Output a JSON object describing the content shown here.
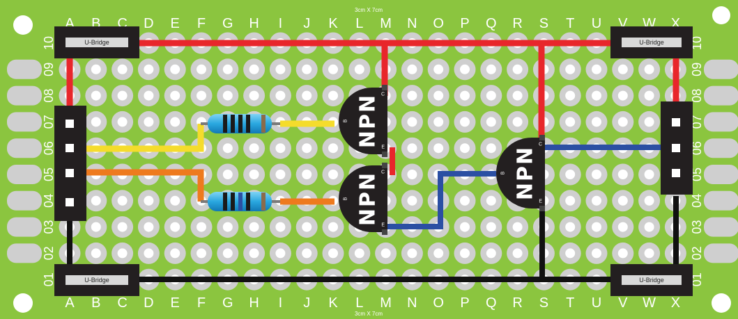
{
  "board": {
    "size_label": "3cm X 7cm",
    "background_color": "#8bc53f",
    "columns": [
      "A",
      "B",
      "C",
      "D",
      "E",
      "F",
      "G",
      "H",
      "I",
      "J",
      "K",
      "L",
      "M",
      "N",
      "O",
      "P",
      "Q",
      "R",
      "S",
      "T",
      "U",
      "V",
      "W",
      "X"
    ],
    "rows": [
      "10",
      "09",
      "08",
      "07",
      "06",
      "05",
      "04",
      "03",
      "02",
      "01"
    ]
  },
  "u_bridge_label": "U-Bridge",
  "transistor_label": "NPN",
  "pin_labels": {
    "collector": "C",
    "base": "B",
    "emitter": "E"
  },
  "wire_colors": {
    "power": "#e8262b",
    "ground": "#111111",
    "signal_a": "#f5dc2c",
    "signal_b": "#ee7a1e",
    "link": "#2b4fa3",
    "bridge": "#231f20"
  }
}
